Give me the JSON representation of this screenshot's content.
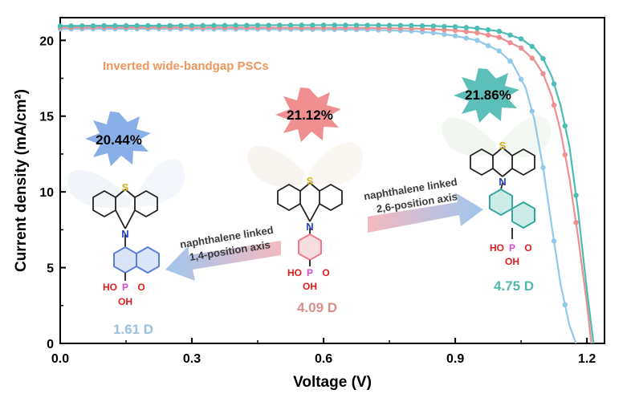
{
  "chart_data": {
    "type": "line",
    "title": "Inverted wide-bandgap PSCs",
    "xlabel": "Voltage (V)",
    "ylabel": "Current density (mA/cm²)",
    "xlim": [
      0.0,
      1.24
    ],
    "ylim": [
      0,
      21.5
    ],
    "xticks": [
      "0.0",
      "0.3",
      "0.6",
      "0.9",
      "1.2"
    ],
    "yticks": [
      "0",
      "5",
      "10",
      "15",
      "20"
    ],
    "grid": false,
    "legend": "none",
    "series": [
      {
        "color": "#92c9e8",
        "x": [
          0.0,
          0.1,
          0.2,
          0.3,
          0.4,
          0.5,
          0.6,
          0.7,
          0.8,
          0.85,
          0.9,
          0.95,
          1.0,
          1.03,
          1.06,
          1.08,
          1.1,
          1.12,
          1.14,
          1.16,
          1.175
        ],
        "values": [
          20.75,
          20.76,
          20.76,
          20.75,
          20.74,
          20.73,
          20.72,
          20.7,
          20.62,
          20.5,
          20.3,
          20.0,
          19.3,
          18.5,
          16.9,
          14.8,
          11.6,
          7.7,
          3.9,
          1.2,
          0
        ]
      },
      {
        "color": "#ef8e8e",
        "x": [
          0.0,
          0.1,
          0.2,
          0.3,
          0.4,
          0.5,
          0.6,
          0.7,
          0.8,
          0.85,
          0.9,
          0.95,
          1.0,
          1.05,
          1.08,
          1.1,
          1.12,
          1.14,
          1.16,
          1.18,
          1.2,
          1.21
        ],
        "values": [
          20.85,
          20.86,
          20.86,
          20.85,
          20.85,
          20.84,
          20.83,
          20.82,
          20.78,
          20.74,
          20.66,
          20.5,
          20.2,
          19.5,
          18.7,
          17.8,
          16.3,
          14.0,
          10.9,
          7.0,
          2.6,
          0
        ]
      },
      {
        "color": "#4cbdb4",
        "x": [
          0.0,
          0.1,
          0.2,
          0.3,
          0.4,
          0.5,
          0.6,
          0.7,
          0.8,
          0.85,
          0.9,
          0.95,
          1.0,
          1.05,
          1.08,
          1.1,
          1.12,
          1.14,
          1.16,
          1.18,
          1.2,
          1.215
        ],
        "values": [
          20.95,
          20.97,
          20.97,
          20.98,
          20.99,
          21.0,
          21.01,
          21.0,
          20.98,
          20.95,
          20.9,
          20.8,
          20.6,
          20.1,
          19.5,
          18.8,
          17.6,
          15.7,
          13.0,
          8.7,
          3.5,
          0
        ]
      }
    ],
    "annotations": {
      "left": {
        "pce": "20.44%",
        "dipole": "1.61 D",
        "axis_line1": "naphthalene linked",
        "axis_line2": "1,4-position axis"
      },
      "middle": {
        "pce": "21.12%",
        "dipole": "4.09 D"
      },
      "right": {
        "pce": "21.86%",
        "dipole": "4.75 D",
        "axis_line1": "naphthalene linked",
        "axis_line2": "2,6-position axis"
      },
      "atoms": {
        "s": "S",
        "n": "N",
        "p": "P",
        "ho": "HO",
        "oh": "OH",
        "o": "O"
      }
    },
    "colors": {
      "title": "#f0955c",
      "dipole_left": "#9cc0e0",
      "dipole_middle": "#d98e8e",
      "dipole_right": "#52b8ad",
      "burst_left": "#7fa8e6",
      "burst_middle": "#ef8585",
      "burst_right": "#4fbbb2",
      "ring_left": "#7f9ee3",
      "ring_middle": "#ee7a8a",
      "ring_right": "#33a89d",
      "sulfur": "#d5b21c",
      "nitrogen": "#2340c8",
      "phosphorus": "#d54ad8",
      "oxygen": "#e11b1b"
    }
  }
}
